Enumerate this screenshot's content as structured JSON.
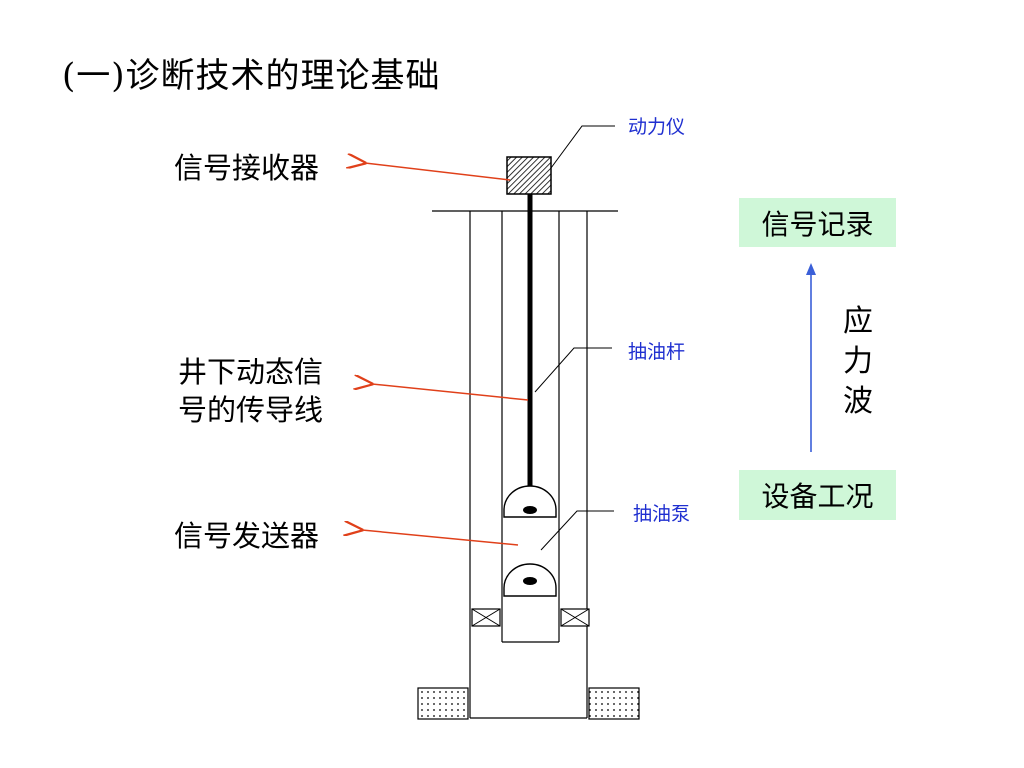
{
  "title": "(一)诊断技术的理论基础",
  "labels": {
    "receiver": "信号接收器",
    "conduction_line1": "井下动态信",
    "conduction_line2": "号的传导线",
    "transmitter": "信号发送器"
  },
  "components": {
    "dynamometer": "动力仪",
    "sucker_rod": "抽油杆",
    "oil_pump": "抽油泵"
  },
  "flow": {
    "top_box": "信号记录",
    "bottom_box": "设备工况",
    "stress_wave_chars": [
      "应",
      "力",
      "波"
    ]
  },
  "colors": {
    "arrow_red": "#e0401a",
    "arrow_blue": "#3a5fd8",
    "component_label": "#1f2fd0",
    "box_fill": "#cff7d8"
  }
}
